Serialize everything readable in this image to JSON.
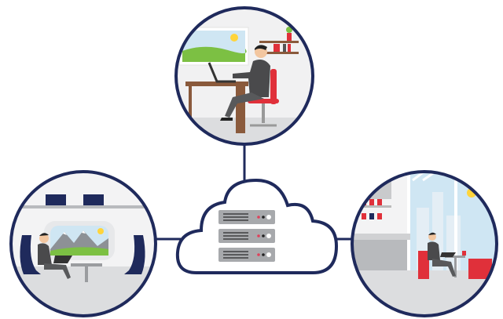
{
  "diagram": {
    "type": "cloud-connectivity-illustration",
    "nodes": [
      "office-desk-worker",
      "train-commuter",
      "cafe-worker"
    ],
    "hub": "cloud-server-rack",
    "server_units": 3
  },
  "colors": {
    "outline": "#1f2a5c",
    "server": "#a7a9ac",
    "server_led_red": "#e0405a",
    "accent_red": "#e0303a",
    "sky": "#cfe6f3",
    "grass": "#7cc043",
    "floor": "#d9dadb"
  }
}
